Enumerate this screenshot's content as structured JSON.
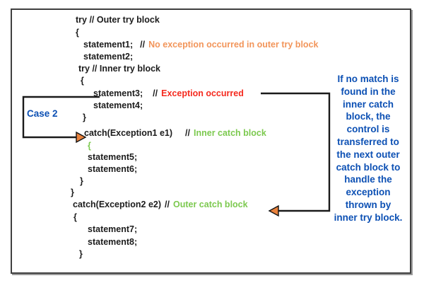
{
  "colors": {
    "code": "#1c1c1c",
    "orange_comment": "#f2955a",
    "red_comment": "#f52a1e",
    "green_comment": "#7cc94f",
    "blue_note": "#0c50b4",
    "connector": "#1a1a1a",
    "arrowhead_fill": "#e8813c",
    "frame_border": "#3f3f3f"
  },
  "case_label": "Case 2",
  "code": {
    "lines": [
      {
        "parts": [
          {
            "t": "try // Outer try block",
            "c": "code"
          }
        ]
      },
      {
        "parts": [
          {
            "t": "{",
            "c": "code"
          }
        ]
      },
      {
        "parts": [
          {
            "t": "statement1;",
            "c": "code"
          },
          {
            "t": "//",
            "c": "code"
          },
          {
            "t": "No exception occurred in outer try block",
            "c": "orange"
          }
        ]
      },
      {
        "parts": [
          {
            "t": "statement2;",
            "c": "code"
          }
        ]
      },
      {
        "parts": [
          {
            "t": "try // Inner try block",
            "c": "code"
          }
        ]
      },
      {
        "parts": [
          {
            "t": "{",
            "c": "code"
          }
        ]
      },
      {
        "parts": [
          {
            "t": "statement3;",
            "c": "code"
          },
          {
            "t": "//",
            "c": "code"
          },
          {
            "t": "Exception occurred",
            "c": "red"
          }
        ]
      },
      {
        "parts": [
          {
            "t": "statement4;",
            "c": "code"
          }
        ]
      },
      {
        "parts": [
          {
            "t": "}",
            "c": "code"
          }
        ]
      },
      {
        "parts": [
          {
            "t": "catch(Exception1 e1)",
            "c": "code"
          },
          {
            "t": "//",
            "c": "code"
          },
          {
            "t": "Inner catch block",
            "c": "green"
          }
        ]
      },
      {
        "parts": [
          {
            "t": "{",
            "c": "green"
          }
        ]
      },
      {
        "parts": [
          {
            "t": "statement5;",
            "c": "code"
          }
        ]
      },
      {
        "parts": [
          {
            "t": "statement6;",
            "c": "code"
          }
        ]
      },
      {
        "parts": [
          {
            "t": "}",
            "c": "code"
          }
        ]
      },
      {
        "parts": [
          {
            "t": "}",
            "c": "code"
          }
        ]
      },
      {
        "parts": [
          {
            "t": "catch(Exception2 e2)",
            "c": "code"
          },
          {
            "t": "//",
            "c": "code"
          },
          {
            "t": "Outer catch block",
            "c": "green"
          }
        ]
      },
      {
        "parts": [
          {
            "t": "{",
            "c": "code"
          }
        ]
      },
      {
        "parts": [
          {
            "t": "statement7;",
            "c": "code"
          }
        ]
      },
      {
        "parts": [
          {
            "t": "statement8;",
            "c": "code"
          }
        ]
      },
      {
        "parts": [
          {
            "t": "}",
            "c": "code"
          }
        ]
      }
    ]
  },
  "note": {
    "lines": [
      "If no match is",
      "found in the",
      "inner catch",
      "block, the",
      "control is",
      "transferred to",
      "the next outer",
      "catch block to",
      "handle the",
      "exception",
      "thrown by",
      "inner try block."
    ]
  }
}
